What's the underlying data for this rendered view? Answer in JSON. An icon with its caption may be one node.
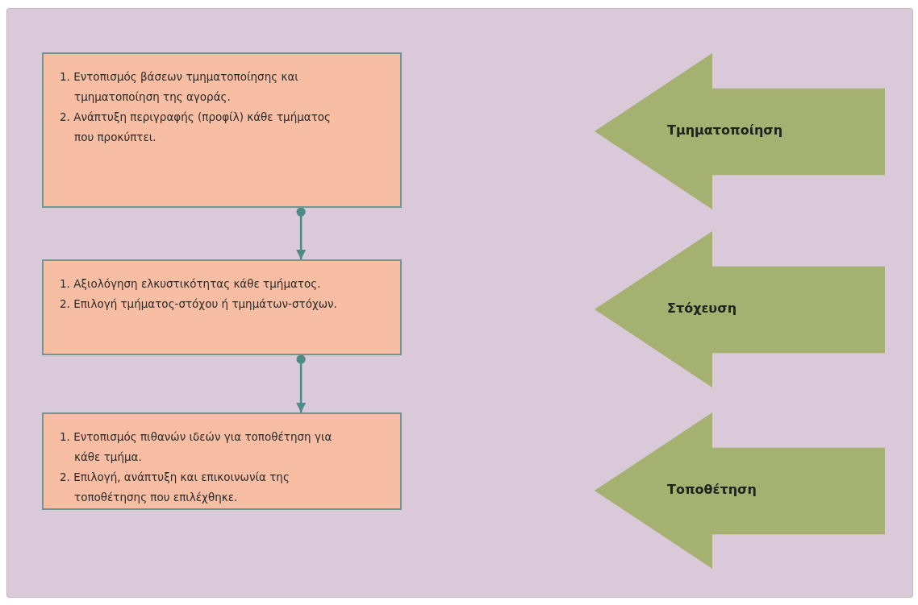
{
  "diagram": {
    "nodes": [
      {
        "text": [
          "1. Εντοπισμός βάσεων τμηματοποίησης και τμηματοποίηση της αγοράς.",
          "2. Ανάπτυξη περιγραφής (προφίλ) κάθε τμήματος που προκύπτει."
        ]
      },
      {
        "text": [
          "1. Αξιολόγηση ελκυστικότητας κάθε τμήματος.",
          "2. Επιλογή τμήματος-στόχου ή τμημάτων-στόχων."
        ]
      },
      {
        "text": [
          "1. Εντοπισμός πιθανών ιδεών για τοποθέτηση για κάθε τμήμα.",
          "2. Επιλογή, ανάπτυξη και επικοινωνία της τοποθέτησης που επιλέχθηκε."
        ]
      },
      {
        "text": [
          "Τμηματοποίηση"
        ]
      },
      {
        "text": [
          "Στόχευση"
        ]
      },
      {
        "text": [
          "Τοποθέτηση"
        ]
      }
    ],
    "edges": [
      {
        "from": 0,
        "to": 1,
        "arrow": "to"
      },
      {
        "from": 1,
        "to": 2,
        "arrow": "to"
      }
    ]
  }
}
